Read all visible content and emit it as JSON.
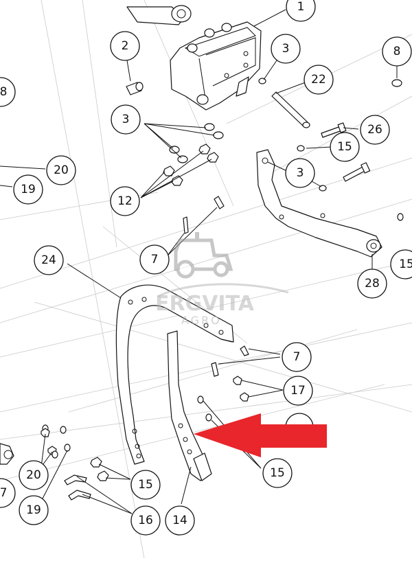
{
  "diagram": {
    "callouts": [
      {
        "id": "c1",
        "label": "1"
      },
      {
        "id": "c2",
        "label": "2"
      },
      {
        "id": "c3a",
        "label": "3"
      },
      {
        "id": "c3b",
        "label": "3"
      },
      {
        "id": "c3c",
        "label": "3"
      },
      {
        "id": "c8a",
        "label": "8"
      },
      {
        "id": "c8b",
        "label": "8"
      },
      {
        "id": "c22",
        "label": "22"
      },
      {
        "id": "c26",
        "label": "26"
      },
      {
        "id": "c15a",
        "label": "15"
      },
      {
        "id": "c15b",
        "label": "15"
      },
      {
        "id": "c15c",
        "label": "15"
      },
      {
        "id": "c15d",
        "label": "15"
      },
      {
        "id": "c20a",
        "label": "20"
      },
      {
        "id": "c20b",
        "label": "20"
      },
      {
        "id": "c19a",
        "label": "19"
      },
      {
        "id": "c19b",
        "label": "19"
      },
      {
        "id": "c12",
        "label": "12"
      },
      {
        "id": "c7a",
        "label": "7"
      },
      {
        "id": "c7b",
        "label": "7"
      },
      {
        "id": "c7c",
        "label": "7"
      },
      {
        "id": "c24",
        "label": "24"
      },
      {
        "id": "c28",
        "label": "28"
      },
      {
        "id": "c17",
        "label": "17"
      },
      {
        "id": "c16",
        "label": "16"
      },
      {
        "id": "c14",
        "label": "14"
      },
      {
        "id": "cblank",
        "label": ""
      }
    ],
    "highlight_color": "#e8262b"
  },
  "watermark": {
    "brand": "ERGVITA",
    "sub": "AGRO",
    "icon": "tractor-icon"
  }
}
